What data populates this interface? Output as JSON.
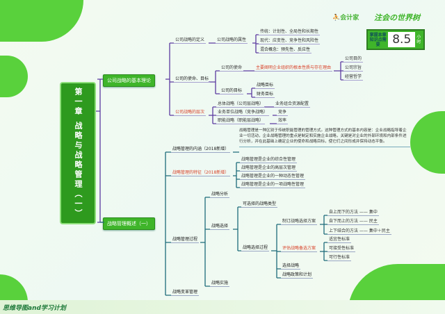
{
  "header": {
    "logo1": "会计家",
    "logo2": "注会の世界树",
    "badge_label": "掌握本章知识点需要",
    "badge_value": "8.5",
    "badge_unit": "小时"
  },
  "footer": {
    "title": "思维导图and学习计划"
  },
  "chapter": {
    "title": "第一章 战略与战略管理（一）"
  },
  "section1": {
    "title": "公司战略的基本理论",
    "def": "公司战略的定义",
    "attr": "公司战略的属性",
    "attrs": [
      "传统：计划性、全局性和长期性",
      "现代：应变性、竞争性和风险性",
      "混合概念：预先性、反应性"
    ],
    "mission_goal": "公司的使命、目标",
    "mission": "公司的使命",
    "mission_desc": "主要阐明企业组织的根本性质与存在理由",
    "mission_items": [
      "公司目的",
      "公司宗旨",
      "经营哲学"
    ],
    "goal": "公司的目标",
    "goal_items": [
      "战略目标",
      "财务目标"
    ],
    "levels": "公司战略的层次",
    "level_items": [
      {
        "name": "总体战略（公司层战略）",
        "focus": "业务组合资源配置"
      },
      {
        "name": "业务单位战略（竞争战略）",
        "focus": "竞争"
      },
      {
        "name": "职能战略（职能层战略）",
        "focus": "效率"
      }
    ]
  },
  "section2": {
    "title": "战略管理概述（一）",
    "meaning": "战略管理的内涵（2018新增）",
    "meaning_desc": "战略管理是一种区别于传统职能管理的管理方式。这种管理方式的基本内容是：企业战略指导着企业一切活动，企业战略管理的重点是制定和实施企业战略，关键是对企业的外部环境和内部条件进行分析，并在此基础上确定企业的使命和战略目标，使它们之间形成并保持动态平衡。",
    "features": "战略管理的特征（2018新增）",
    "feature_items": [
      "战略管理是企业的综合性管理",
      "战略管理是企业的高层次管理",
      "战略管理是企业的一种动态性管理",
      "战略管理是企业的一项战略性管理"
    ],
    "process": "战略管理过程",
    "analysis": "战略分析",
    "choice": "战略选择",
    "implementation": "战略实施",
    "change": "战略变革管理",
    "types": "可选择的战略类型",
    "choice_process": "战略选择过程",
    "formulate": "制订战略选择方案",
    "evaluate": "评估战略备选方案",
    "select": "选择战略",
    "policy": "战略政策和计划",
    "methods": [
      "自上而下的方法 —— 集中",
      "自下而上的方法 —— 民主",
      "上下结合的方法 —— 集中＋民主"
    ],
    "criteria": [
      "适宜性标准",
      "可接受性标准",
      "可行性标准"
    ]
  }
}
